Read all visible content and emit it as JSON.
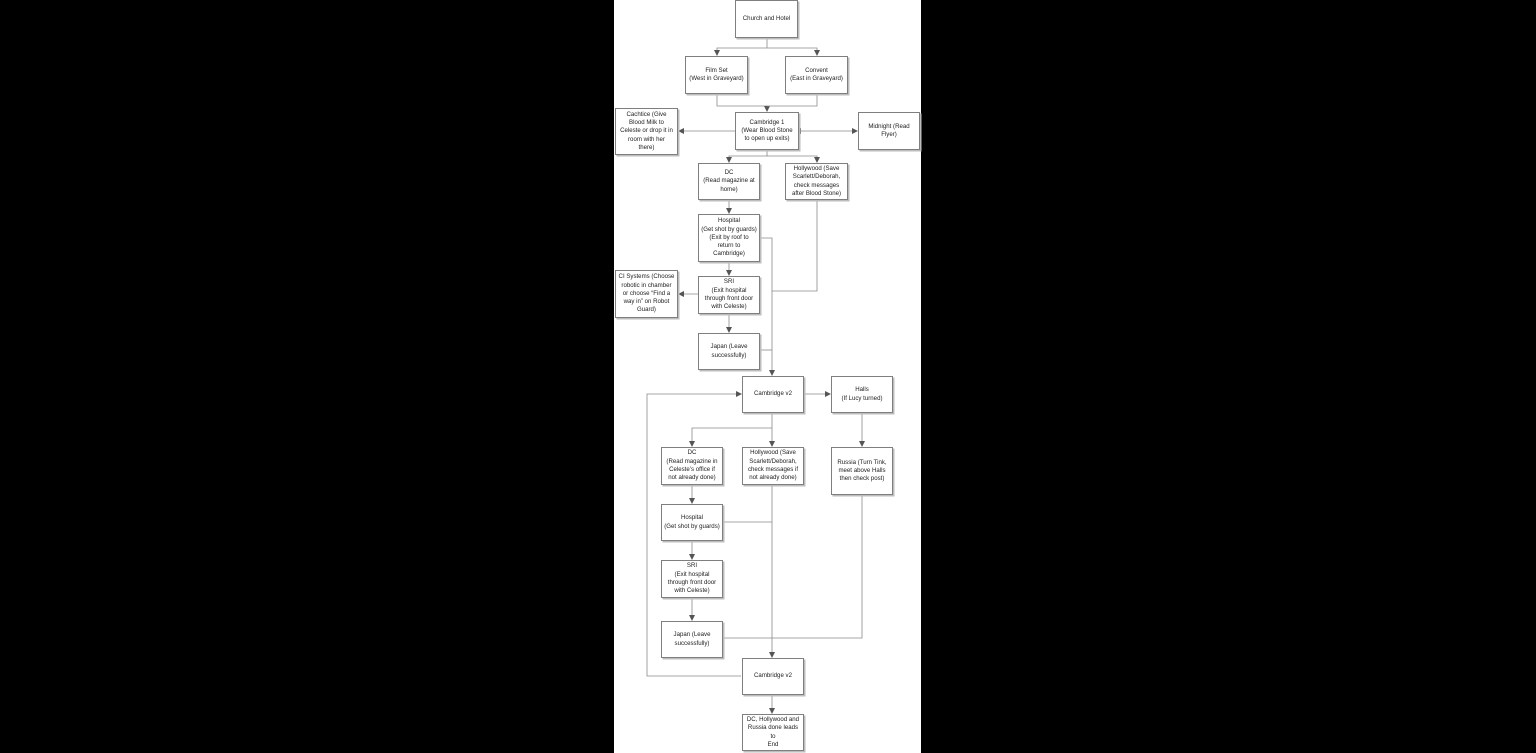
{
  "colors": {
    "background": "#000000",
    "canvas": "#ffffff",
    "node_border": "#7f7f7f",
    "connector": "#8a8a8a",
    "text": "#222222"
  },
  "nodes": {
    "church_hotel": "Church and Hotel",
    "film_set": "Film Set\n(West in Graveyard)",
    "convent": "Convent\n(East in Graveyard)",
    "cachtice": "Cachtice (Give\nBlood Milk to\nCeleste or drop it in\nroom with her\nthere)",
    "cambridge_1": "Cambridge 1\n(Wear Blood Stone\nto open up exits)",
    "midnight": "Midnight (Read\nFlyer)",
    "dc_1": "DC\n(Read magazine at\nhome)",
    "hollywood_1": "Hollywood (Save\nScarlett/Deborah,\ncheck messages\nafter Blood Stone)",
    "hospital_1": "Hospital\n(Get shot by guards)\n(Exit by roof to\nreturn to\nCambridge)",
    "ci_systems": "CI Systems (Choose\nrobotic in chamber\nor choose “Find a\nway in” on Robot\nGuard)",
    "sri_1": "SRI\n(Exit hospital\nthrough front door\nwith Celeste)",
    "japan_1": "Japan (Leave\nsuccessfully)",
    "cambridge_v2_a": "Cambridge v2",
    "halls": "Halls\n(If Lucy turned)",
    "dc_2": "DC\n(Read magazine in\nCeleste’s office if\nnot already done)",
    "hollywood_2": "Hollywood (Save\nScarlett/Deborah,\ncheck messages if\nnot already done)",
    "russia": "Russia (Turn Tink,\nmeet above Halls\nthen check post)",
    "hospital_2": "Hospital\n(Get shot by guards)",
    "sri_2": "SRI\n(Exit hospital\nthrough front door\nwith Celeste)",
    "japan_2": "Japan (Leave\nsuccessfully)",
    "cambridge_v2_b": "Cambridge v2",
    "end": "DC, Hollywood and\nRussia done leads to\nEnd"
  }
}
